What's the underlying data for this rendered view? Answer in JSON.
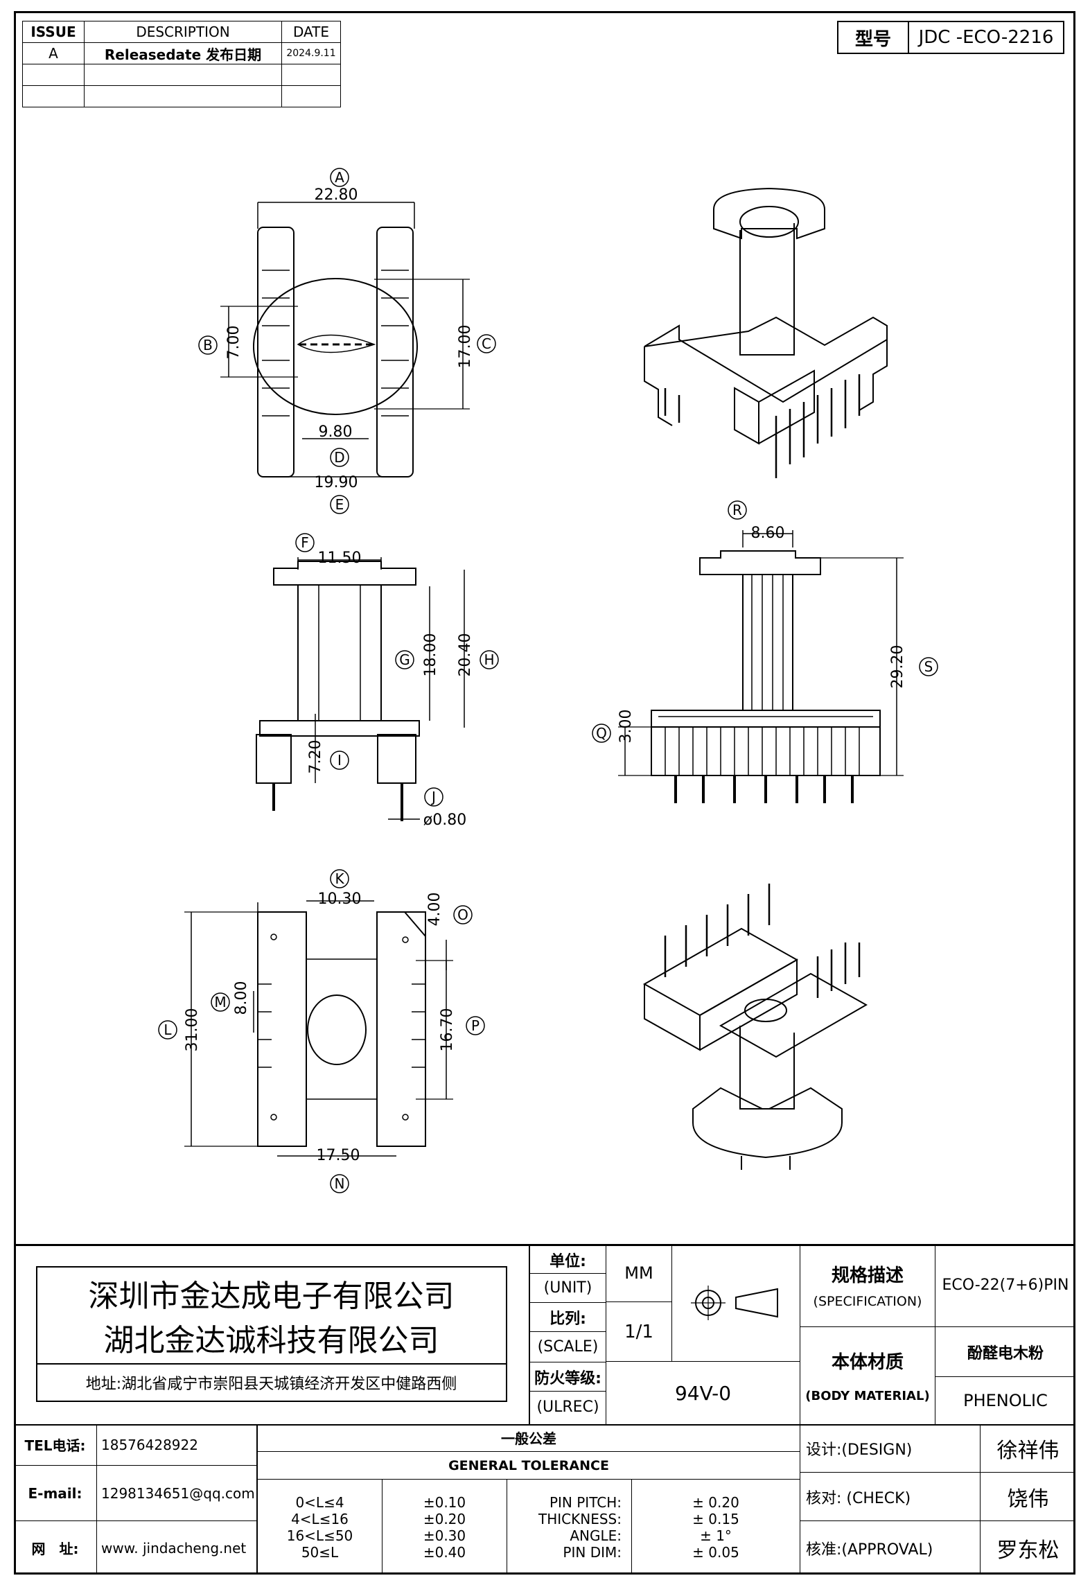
{
  "revision_table": {
    "headers": [
      "ISSUE",
      "DESCRIPTION",
      "DATE"
    ],
    "rows": [
      [
        "A",
        "Releasedate 发布日期",
        "2024.9.11"
      ],
      [
        "",
        "",
        ""
      ],
      [
        "",
        "",
        ""
      ]
    ]
  },
  "model": {
    "label": "型号",
    "value": "JDC -ECO-2216"
  },
  "views": {
    "top": {
      "dims": [
        "22.80",
        "7.00",
        "17.00",
        "9.80",
        "19.90"
      ],
      "markers": [
        "A",
        "B",
        "C",
        "D",
        "E"
      ]
    },
    "side": {
      "dims": [
        "11.50",
        "18.00",
        "20.40",
        "7.20",
        "ø0.80"
      ],
      "markers": [
        "F",
        "G",
        "H",
        "I",
        "J"
      ]
    },
    "front": {
      "dims": [
        "8.60",
        "29.20",
        "3.00"
      ],
      "markers": [
        "R",
        "S",
        "Q"
      ]
    },
    "bottom": {
      "dims": [
        "10.30",
        "4.00",
        "8.00",
        "31.00",
        "16.70",
        "17.50"
      ],
      "markers": [
        "K",
        "O",
        "M",
        "L",
        "P",
        "N"
      ]
    }
  },
  "company": {
    "name1": "深圳市金达成电子有限公司",
    "name2": "湖北金达诚科技有限公司",
    "address": "地址:湖北省咸宁市崇阳县天城镇经济开发区中健路西侧"
  },
  "unit": {
    "label_cn": "单位:",
    "label_en": "(UNIT)",
    "value": "MM"
  },
  "scale": {
    "label_cn": "比列:",
    "label_en": "(SCALE)",
    "value": "1/1"
  },
  "fire": {
    "label_cn": "防火等级:",
    "label_en": "(ULREC)",
    "value": "94V-0"
  },
  "spec": {
    "label_cn": "规格描述",
    "label_en": "(SPECIFICATION)",
    "value": "ECO-22(7+6)PIN"
  },
  "material": {
    "label_cn": "本体材质",
    "label_en": "(BODY MATERIAL)",
    "value_cn": "酚醛电木粉",
    "value_en": "PHENOLIC"
  },
  "contact": {
    "tel_label": "TEL电话:",
    "tel": "18576428922",
    "email_label": "E-mail:",
    "email": "1298134651@qq.com",
    "web_label": "网　址:",
    "web": "www. jindacheng.net"
  },
  "tolerance": {
    "title_cn": "一般公差",
    "title_en": "GENERAL TOLERANCE",
    "ranges": [
      [
        "0<L≤4",
        "±0.10"
      ],
      [
        "4<L≤16",
        "±0.20"
      ],
      [
        "16<L≤50",
        "±0.30"
      ],
      [
        "50≤L",
        "±0.40"
      ]
    ],
    "others": [
      [
        "PIN PITCH:",
        "± 0.20"
      ],
      [
        "THICKNESS:",
        "± 0.15"
      ],
      [
        "ANGLE:",
        "± 1°"
      ],
      [
        "PIN DIM:",
        "± 0.05"
      ]
    ]
  },
  "signoff": {
    "design_label": "设计:(DESIGN)",
    "design": "徐祥伟",
    "check_label": "核对: (CHECK)",
    "check": "饶伟",
    "approval_label": "核准:(APPROVAL)",
    "approval": "罗东松"
  }
}
